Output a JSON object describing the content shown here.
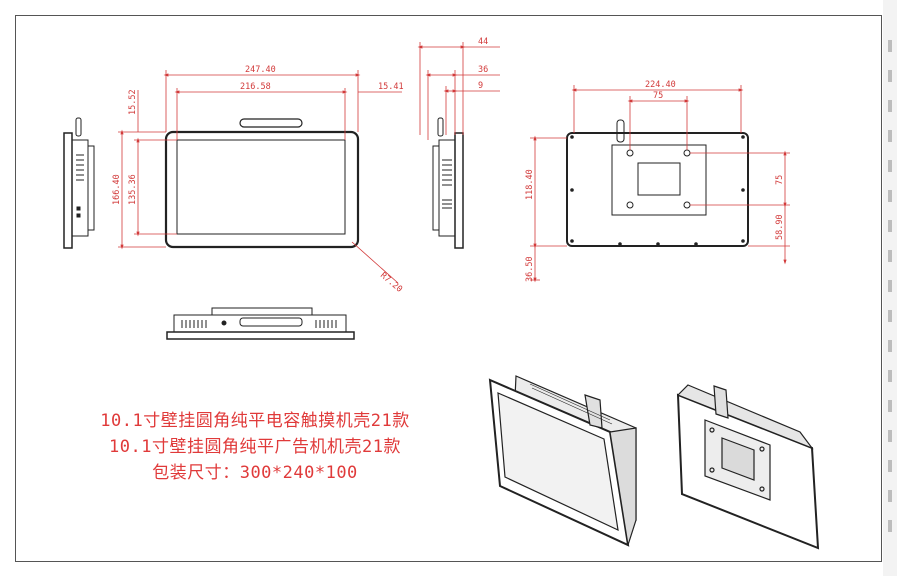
{
  "drawing": {
    "front_dims": {
      "total_width": "247.40",
      "inner_width": "216.58",
      "right_offset": "15.41",
      "top_offset": "15.52",
      "total_height": "166.40",
      "inner_height": "135.36",
      "diagonal": "R7.20"
    },
    "side_dims": {
      "depth_total": "44",
      "depth_mid": "36",
      "depth_small": "9"
    },
    "back_dims": {
      "width": "224.40",
      "vesa_width": "75",
      "height": "118.40",
      "vesa_height": "75",
      "lower": "58.90",
      "bottom": "36.50"
    }
  },
  "captions": {
    "line1": "10.1寸壁挂圆角纯平电容触摸机壳21款",
    "line2": "10.1寸壁挂圆角纯平广告机机壳21款",
    "line3": "包装尺寸：300*240*100"
  },
  "colors": {
    "dimension": "#d23a3a",
    "caption": "#e03a3a",
    "line": "#222222"
  }
}
